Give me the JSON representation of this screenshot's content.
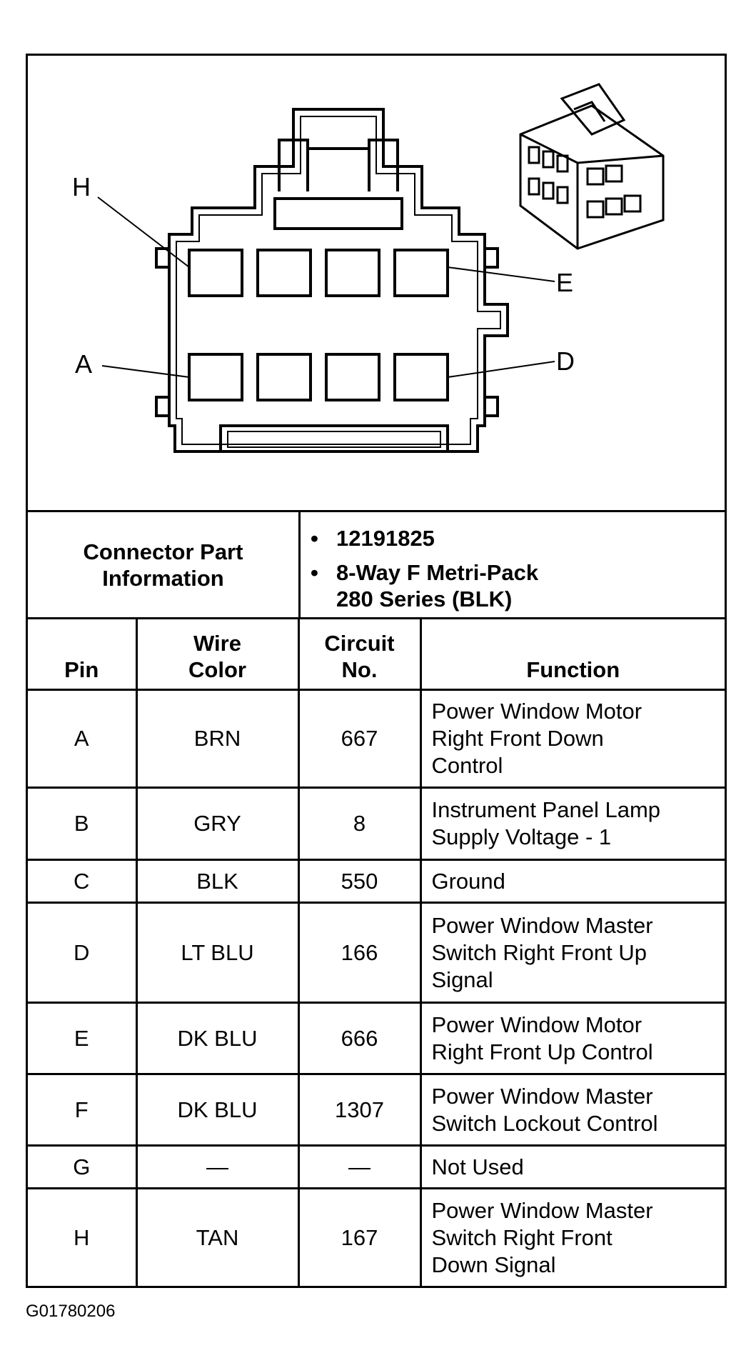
{
  "diagram": {
    "pin_labels": {
      "h": "H",
      "e": "E",
      "a": "A",
      "d": "D"
    }
  },
  "connector_info": {
    "label": "Connector Part\nInformation",
    "part_number": "12191825",
    "description": "8-Way F Metri-Pack\n280 Series (BLK)"
  },
  "table": {
    "headers": {
      "pin": "Pin",
      "wire_color": "Wire\nColor",
      "circuit_no": "Circuit\nNo.",
      "function": "Function"
    },
    "rows": [
      {
        "pin": "A",
        "wire_color": "BRN",
        "circuit": "667",
        "function": "Power Window Motor\nRight Front Down\nControl"
      },
      {
        "pin": "B",
        "wire_color": "GRY",
        "circuit": "8",
        "function": "Instrument Panel Lamp\nSupply Voltage - 1"
      },
      {
        "pin": "C",
        "wire_color": "BLK",
        "circuit": "550",
        "function": "Ground"
      },
      {
        "pin": "D",
        "wire_color": "LT BLU",
        "circuit": "166",
        "function": "Power Window Master\nSwitch Right Front Up\nSignal"
      },
      {
        "pin": "E",
        "wire_color": "DK BLU",
        "circuit": "666",
        "function": "Power Window Motor\nRight Front Up Control"
      },
      {
        "pin": "F",
        "wire_color": "DK BLU",
        "circuit": "1307",
        "function": "Power Window Master\nSwitch Lockout Control"
      },
      {
        "pin": "G",
        "wire_color": "—",
        "circuit": "—",
        "function": "Not Used"
      },
      {
        "pin": "H",
        "wire_color": "TAN",
        "circuit": "167",
        "function": "Power Window Master\nSwitch Right Front\nDown Signal"
      }
    ]
  },
  "footer_id": "G01780206"
}
